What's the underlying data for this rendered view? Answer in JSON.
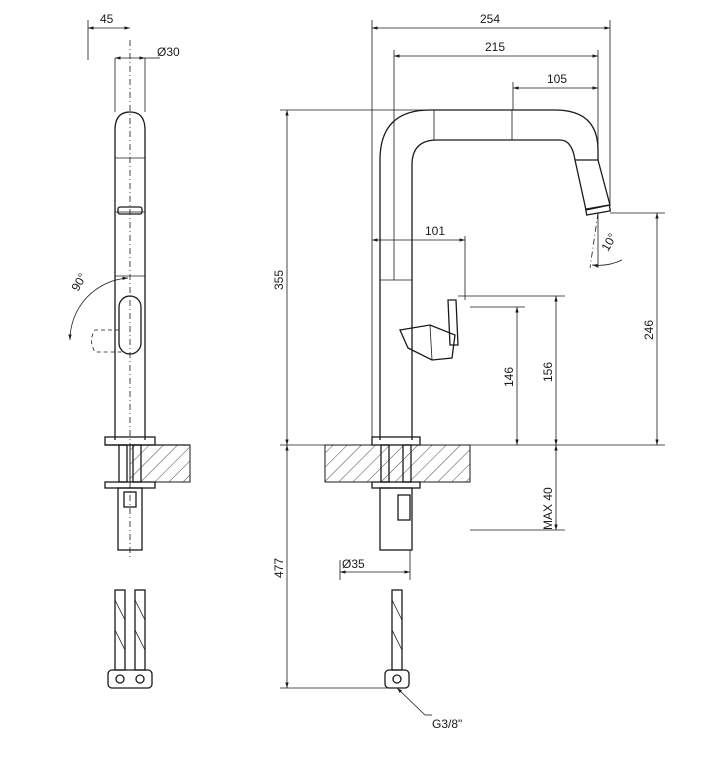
{
  "drawing": {
    "side_view": {
      "width_label": "45",
      "diameter_label": "Ø30",
      "rotation_label": "90°"
    },
    "front_view": {
      "total_reach_label": "254",
      "spout_reach_label": "215",
      "nozzle_reach_label": "105",
      "total_height_label": "355",
      "lever_reach_label": "101",
      "nozzle_angle_label": "10°",
      "spout_height_label": "246",
      "lever_height_label": "146",
      "lever_top_label": "156",
      "max_deck_label": "MAX 40",
      "hose_length_label": "477",
      "hole_diameter_label": "Ø35",
      "connection_label": "G3/8\""
    }
  }
}
